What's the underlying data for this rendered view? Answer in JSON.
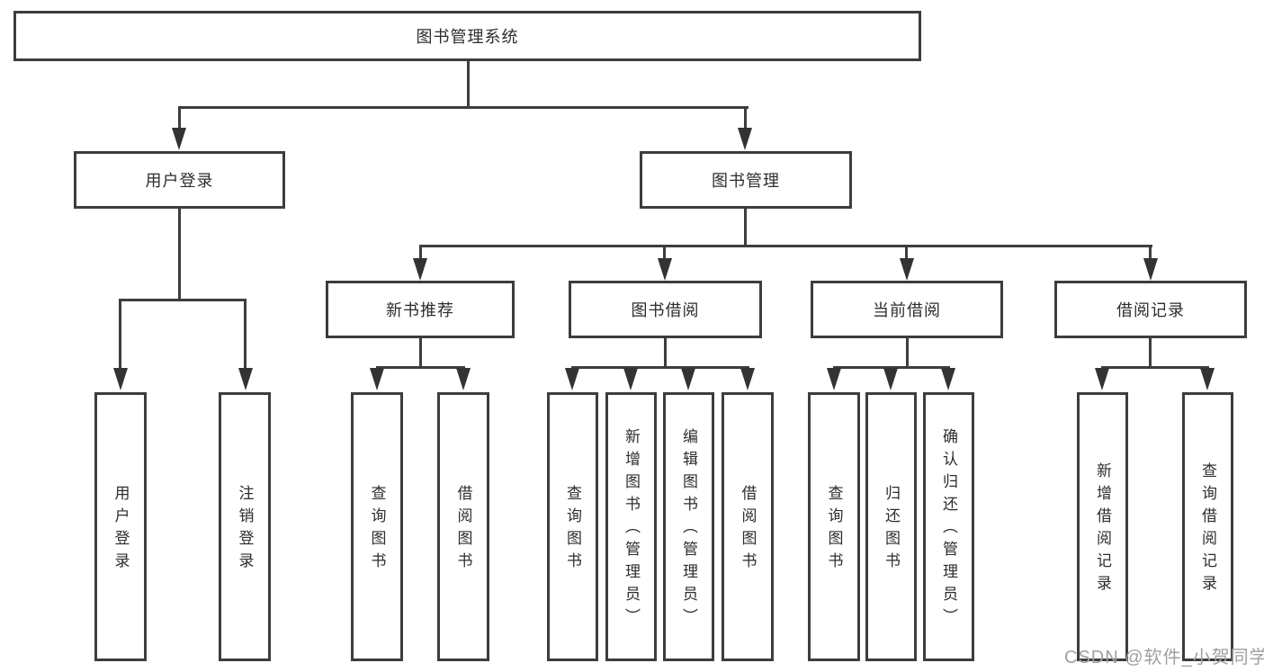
{
  "diagram": {
    "root": {
      "label": "图书管理系统"
    },
    "level2": [
      {
        "label": "用户登录"
      },
      {
        "label": "图书管理"
      }
    ],
    "level3": [
      {
        "label": "新书推荐"
      },
      {
        "label": "图书借阅"
      },
      {
        "label": "当前借阅"
      },
      {
        "label": "借阅记录"
      }
    ],
    "leaves": [
      {
        "label": "用户登录"
      },
      {
        "label": "注销登录"
      },
      {
        "label": "查询图书"
      },
      {
        "label": "借阅图书"
      },
      {
        "label": "查询图书"
      },
      {
        "label": "新增图书（管理员）"
      },
      {
        "label": "编辑图书（管理员）"
      },
      {
        "label": "借阅图书"
      },
      {
        "label": "查询图书"
      },
      {
        "label": "归还图书"
      },
      {
        "label": "确认归还（管理员）"
      },
      {
        "label": "新增借阅记录"
      },
      {
        "label": "查询借阅记录"
      }
    ],
    "colors": {
      "line": "#3d3d3d",
      "text": "#2d2d2d",
      "watermark": "#a0a0a0"
    },
    "watermark": {
      "text": "CSDN @软件_小贺同学"
    }
  }
}
